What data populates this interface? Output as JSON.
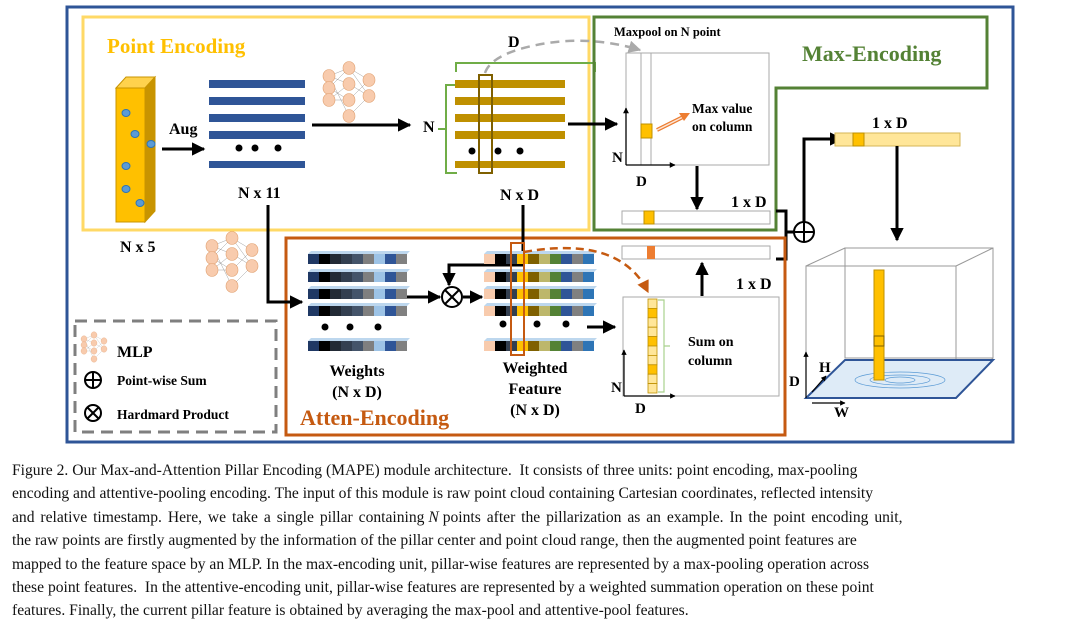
{
  "figure": {
    "point_encoding": {
      "title": "Point Encoding",
      "input_shape": "N x 5",
      "aug_label": "Aug",
      "aug_shape": "N x 11",
      "feature_shape": "N x D",
      "n_label": "N",
      "d_label": "D",
      "color": "#ffc000"
    },
    "max_encoding": {
      "title": "Max-Encoding",
      "maxpool_label": "Maxpool  on N point",
      "max_value_label": [
        "Max value",
        "on column"
      ],
      "axis_n": "N",
      "axis_d": "D",
      "output_shape": "1 x D",
      "color": "#548235"
    },
    "atten_encoding": {
      "title": "Atten-Encoding",
      "weights_label": [
        "Weights",
        "(N x D)"
      ],
      "weighted_label": [
        "Weighted",
        "Feature",
        "(N x D)"
      ],
      "sum_label": [
        "Sum on",
        "column"
      ],
      "axis_n": "N",
      "axis_d": "D",
      "output_shape": "1 x D",
      "color": "#c55a11"
    },
    "fusion": {
      "output_shape": "1 x D",
      "axis_d": "D",
      "axis_h": "H",
      "axis_w": "W"
    },
    "legend": {
      "items": [
        {
          "icon": "mlp-icon",
          "label": "MLP"
        },
        {
          "icon": "oplus-icon",
          "label": "Point-wise Sum"
        },
        {
          "icon": "otimes-icon",
          "label": "Hardmard Product"
        }
      ]
    },
    "outer_border_color": "#2f5597"
  },
  "caption": {
    "lines": [
      "Figure 2. Our Max-and-Attention Pillar Encoding (MAPE) module architecture.  It consists of three units: point encoding, max-pooling",
      "encoding and attentive-pooling encoding. The input of this module is raw point cloud containing Cartesian coordinates, reflected intensity",
      "and relative timestamp. Here, we take a single pillar containing",
      "the raw points are firstly augmented by the information of the pillar center and point cloud range, then the augmented point features are",
      "mapped to the feature space by an MLP. In the max-encoding unit, pillar-wise features are represented by a max-pooling operation across",
      "these point features.  In the attentive-encoding unit, pillar-wise features are represented by a weighted summation operation on these point",
      "features. Finally, the current pillar feature is obtained by averaging the max-pool and attentive-pool features."
    ],
    "line3_var": "N",
    "line3_rest": "points after the pillarization as an example. In the point encoding unit,"
  }
}
